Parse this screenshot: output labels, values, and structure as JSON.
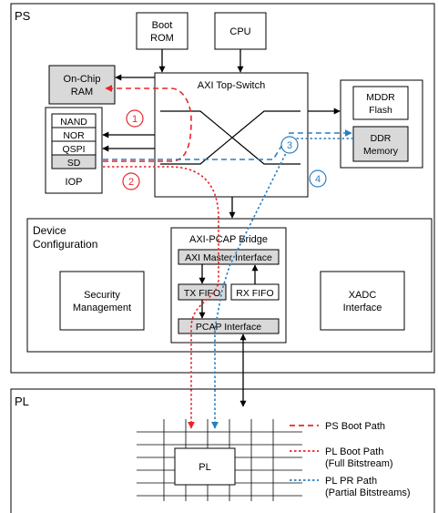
{
  "ps": {
    "label": "PS",
    "boot_rom": [
      "Boot",
      "ROM"
    ],
    "cpu": "CPU",
    "ocm": [
      "On-Chip",
      "RAM"
    ],
    "axi_switch": "AXI Top-Switch",
    "iop": {
      "items": [
        "NAND",
        "NOR",
        "QSPI",
        "SD"
      ],
      "label": "IOP"
    },
    "memory": {
      "mddr": [
        "MDDR",
        "Flash"
      ],
      "ddr": [
        "DDR",
        "Memory"
      ]
    },
    "markers": [
      "1",
      "2",
      "3",
      "4"
    ],
    "device_config": {
      "label": [
        "Device",
        "Configuration"
      ],
      "security": [
        "Security",
        "Management"
      ],
      "xadc": [
        "XADC",
        "Interface"
      ],
      "bridge": {
        "title": "AXI-PCAP Bridge",
        "axi_master": "AXI Master Interface",
        "tx_fifo": "TX FIFO",
        "rx_fifo": "RX FIFO",
        "pcap": "PCAP Interface"
      }
    }
  },
  "pl": {
    "label": "PL",
    "fabric_label": "PL"
  },
  "legend": {
    "ps_boot": "PS Boot Path",
    "pl_boot": [
      "PL Boot Path",
      "(Full Bitstream)"
    ],
    "pl_pr": [
      "PL PR Path",
      "(Partial Bitstreams)"
    ]
  },
  "colors": {
    "red": "#e8262a",
    "blue": "#2a7ec0",
    "gray": "#d9d9d9"
  }
}
